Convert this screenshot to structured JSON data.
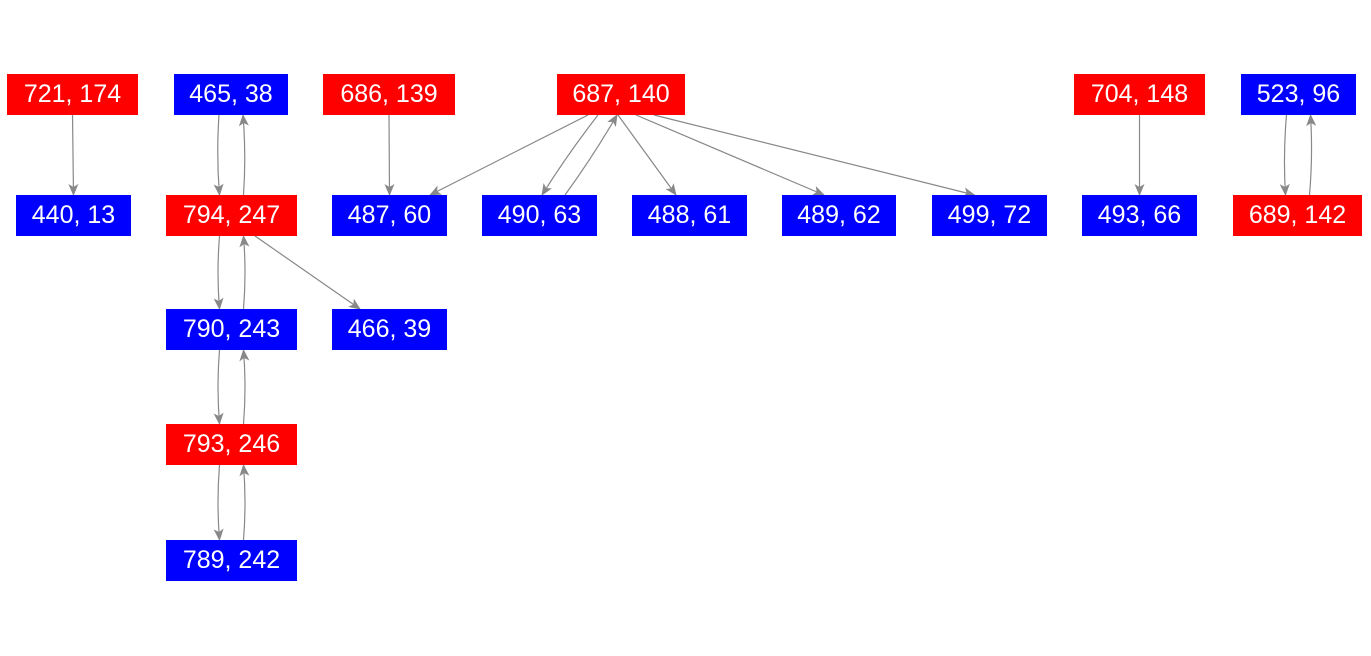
{
  "colors": {
    "red": "#ff0000",
    "blue": "#0000ff",
    "edge": "#888888"
  },
  "nodes": [
    {
      "id": "n721",
      "label": "721, 174",
      "color": "red"
    },
    {
      "id": "n440",
      "label": "440, 13",
      "color": "blue"
    },
    {
      "id": "n465",
      "label": "465, 38",
      "color": "blue"
    },
    {
      "id": "n794",
      "label": "794, 247",
      "color": "red"
    },
    {
      "id": "n790",
      "label": "790, 243",
      "color": "blue"
    },
    {
      "id": "n466",
      "label": "466, 39",
      "color": "blue"
    },
    {
      "id": "n793",
      "label": "793, 246",
      "color": "red"
    },
    {
      "id": "n789",
      "label": "789, 242",
      "color": "blue"
    },
    {
      "id": "n686",
      "label": "686, 139",
      "color": "red"
    },
    {
      "id": "n487",
      "label": "487, 60",
      "color": "blue"
    },
    {
      "id": "n687",
      "label": "687, 140",
      "color": "red"
    },
    {
      "id": "n490",
      "label": "490, 63",
      "color": "blue"
    },
    {
      "id": "n488",
      "label": "488, 61",
      "color": "blue"
    },
    {
      "id": "n489",
      "label": "489, 62",
      "color": "blue"
    },
    {
      "id": "n499",
      "label": "499, 72",
      "color": "blue"
    },
    {
      "id": "n704",
      "label": "704, 148",
      "color": "red"
    },
    {
      "id": "n493",
      "label": "493, 66",
      "color": "blue"
    },
    {
      "id": "n523",
      "label": "523, 96",
      "color": "blue"
    },
    {
      "id": "n689",
      "label": "689, 142",
      "color": "red"
    }
  ],
  "edges": [
    {
      "from": "n721",
      "to": "n440"
    },
    {
      "from": "n465",
      "to": "n794"
    },
    {
      "from": "n794",
      "to": "n465"
    },
    {
      "from": "n794",
      "to": "n790"
    },
    {
      "from": "n790",
      "to": "n794"
    },
    {
      "from": "n794",
      "to": "n466"
    },
    {
      "from": "n790",
      "to": "n793"
    },
    {
      "from": "n793",
      "to": "n790"
    },
    {
      "from": "n793",
      "to": "n789"
    },
    {
      "from": "n789",
      "to": "n793"
    },
    {
      "from": "n686",
      "to": "n487"
    },
    {
      "from": "n687",
      "to": "n487"
    },
    {
      "from": "n687",
      "to": "n490"
    },
    {
      "from": "n490",
      "to": "n687"
    },
    {
      "from": "n687",
      "to": "n488"
    },
    {
      "from": "n687",
      "to": "n489"
    },
    {
      "from": "n687",
      "to": "n499"
    },
    {
      "from": "n704",
      "to": "n493"
    },
    {
      "from": "n523",
      "to": "n689"
    },
    {
      "from": "n689",
      "to": "n523"
    }
  ]
}
